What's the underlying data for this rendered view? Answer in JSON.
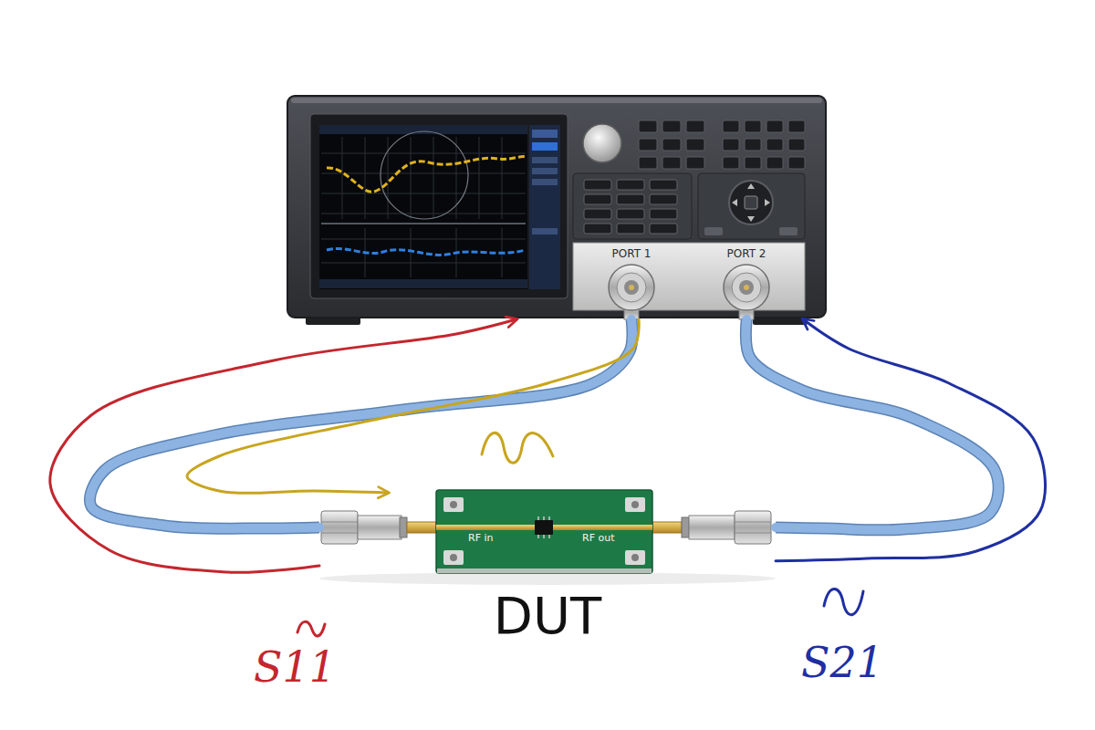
{
  "diagram": {
    "nodes": [
      {
        "text": [
          "PORT 1",
          "PORT 2"
        ]
      },
      {
        "text": [
          "RF in",
          "RF out",
          "DUT"
        ]
      }
    ],
    "edges": [
      {
        "from": 0,
        "to": 1,
        "arrow": "none"
      },
      {
        "from": 0,
        "to": 1,
        "arrow": "none"
      },
      {
        "from": 1,
        "to": 0,
        "arrow": "to",
        "label": "S11"
      },
      {
        "from": 0,
        "to": 1,
        "arrow": "to"
      },
      {
        "from": 1,
        "to": 0,
        "arrow": "to",
        "label": "S21"
      }
    ]
  }
}
